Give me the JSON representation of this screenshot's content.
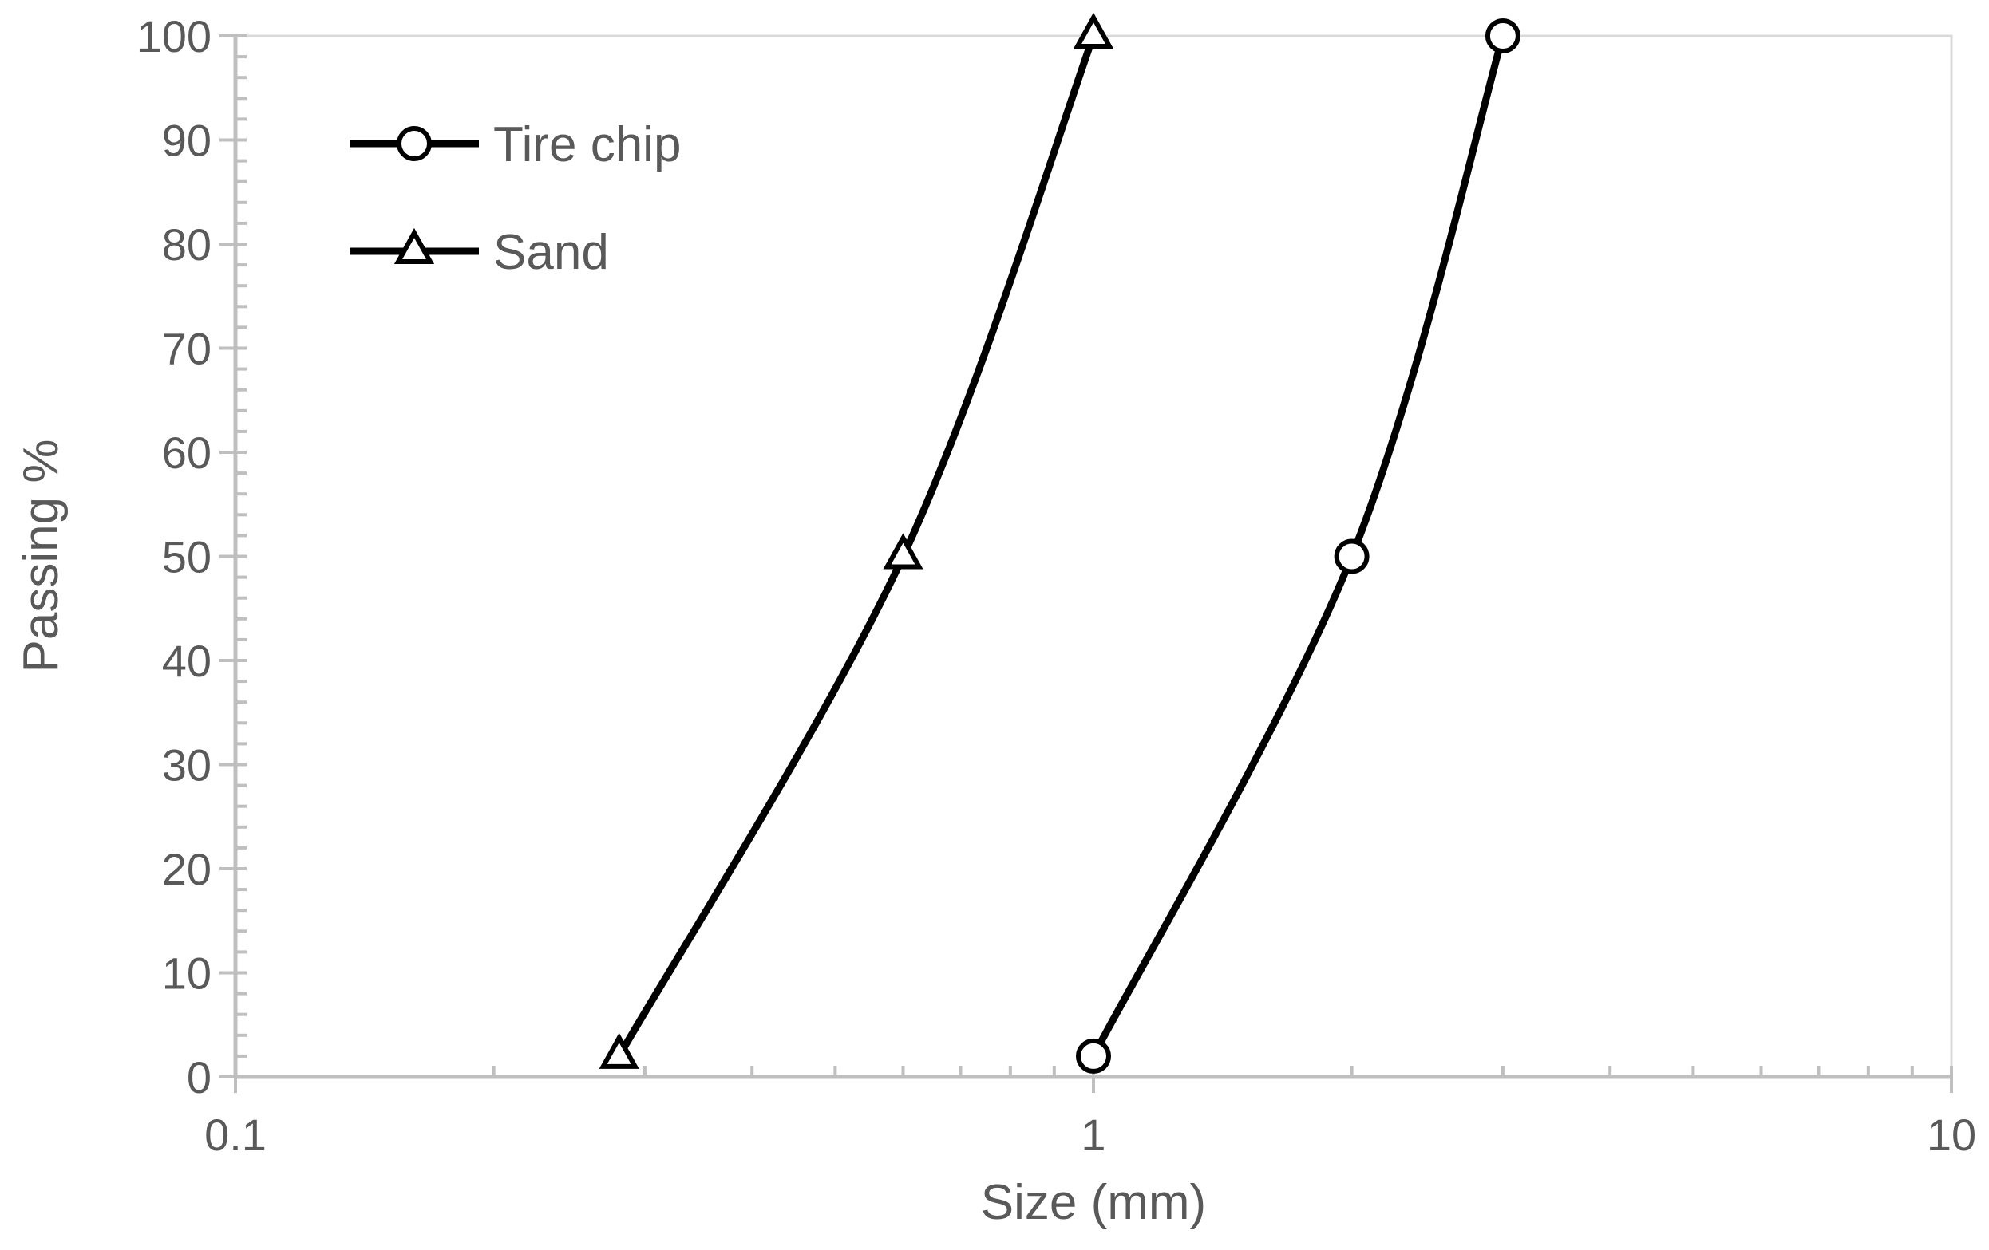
{
  "chart_data": {
    "type": "line",
    "xscale": "log",
    "xlim": [
      0.1,
      10
    ],
    "ylim": [
      0,
      100
    ],
    "xlabel": "Size (mm)",
    "ylabel": "Passing %",
    "x_ticks": [
      "0.1",
      "1",
      "10"
    ],
    "y_ticks": [
      "0",
      "10",
      "20",
      "30",
      "40",
      "50",
      "60",
      "70",
      "80",
      "90",
      "100"
    ],
    "legend_position": "top-left",
    "grid": false,
    "series": [
      {
        "name": "Tire chip",
        "marker": "circle",
        "x": [
          1,
          2,
          3
        ],
        "y": [
          2,
          50,
          100
        ]
      },
      {
        "name": "Sand",
        "marker": "triangle",
        "x": [
          0.28,
          0.6,
          1
        ],
        "y": [
          2,
          50,
          100
        ]
      }
    ],
    "colors": {
      "line": "#000000",
      "axis": "#bfbfbf",
      "text": "#595959",
      "marker_fill": "#ffffff"
    }
  }
}
